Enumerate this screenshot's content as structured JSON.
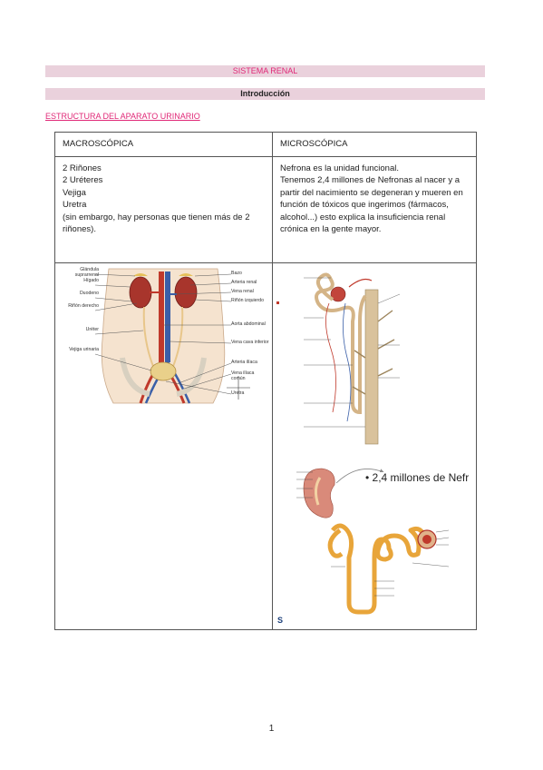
{
  "document": {
    "title": "SISTEMA RENAL",
    "subtitle": "Introducción",
    "section_heading": "ESTRUCTURA DEL APARATO URINARIO",
    "page_number": "1"
  },
  "table": {
    "col1_header": "MACROSCÓPICA",
    "col2_header": "MICROSCÓPICA",
    "col1_lines": [
      "2 Riñones",
      "2 Uréteres",
      "Vejiga",
      "Uretra",
      "(sin embargo, hay personas que tienen más de 2",
      "riñones)."
    ],
    "col2_lines": [
      "Nefrona es la unidad funcional.",
      "Tenemos 2,4 millones de Nefronas al nacer y a",
      "partir del nacimiento se degeneran y mueren en",
      "función de tóxicos que ingerimos (fármacos,",
      "alcohol...) esto explica la insuficiencia renal",
      "crónica en la gente mayor."
    ]
  },
  "figures": {
    "left_labels": [
      "Glándula suprarrenal",
      "Hígado",
      "Duodeno",
      "Riñón derecho",
      "Uréter",
      "Vejiga urinaria"
    ],
    "right_labels": [
      "Bazo",
      "Arteria renal",
      "Vena renal",
      "Riñón izquierdo",
      "Aorta abdominal",
      "Vena cava inferior",
      "Arteria ilíaca",
      "Vena ilíaca común",
      "Uretra"
    ],
    "slide_caption": "• 2,4 millones de Nefr",
    "colors": {
      "accent_pink": "#e02877",
      "bar_pink": "#ead1dc",
      "tubule": "#e8a53a",
      "artery": "#c0392b",
      "vein": "#3a5fa8"
    }
  }
}
